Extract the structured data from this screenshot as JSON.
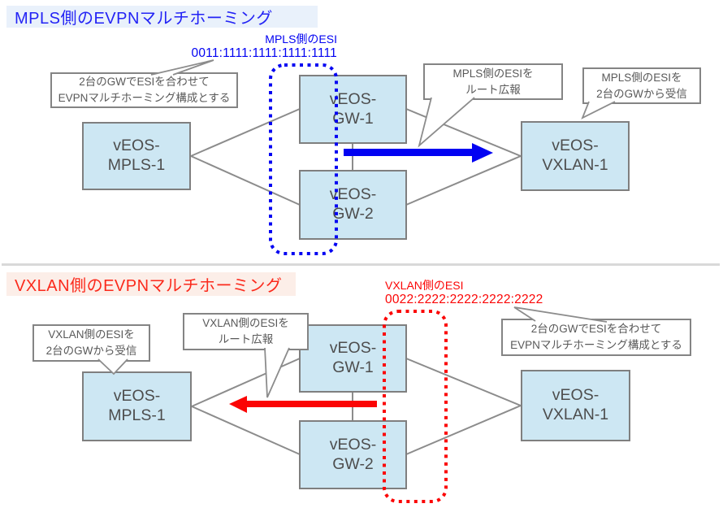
{
  "colors": {
    "blue": "#0202f2",
    "red": "#fb0505",
    "node-fill": "#cde7f3",
    "node-border": "#7f7f7f",
    "callout-border": "#848484",
    "line": "#8c8c8c",
    "diagram-text": "#4d4d4d",
    "callout-text": "#595959",
    "title-blue-bg": "#e9f1fb",
    "title-blue-fg": "#2424f5",
    "title-red-bg": "#fceee8",
    "title-red-fg": "#fb2a1c",
    "divider": "#d9d9d9"
  },
  "mpls": {
    "title": "MPLS側のEVPNマルチホーミング",
    "esi": {
      "label": "MPLS側のESI",
      "value": "0011:1111:1111:1111:1111"
    },
    "callout_configure": "2台のGWでESIを合わせて\nEVPNマルチホーミング構成とする",
    "callout_advertise": "MPLS側のESIを\nルート広報",
    "callout_receive": "MPLS側のESIを\n2台のGWから受信",
    "nodes": {
      "mpls1": "vEOS-\nMPLS-1",
      "gw1": "vEOS-\nGW-1",
      "gw2": "vEOS-\nGW-2",
      "vxlan1": "vEOS-\nVXLAN-1"
    }
  },
  "vxlan": {
    "title": "VXLAN側のEVPNマルチホーミング",
    "esi": {
      "label": "VXLAN側のESI",
      "value": "0022:2222:2222:2222:2222"
    },
    "callout_configure": "2台のGWでESIを合わせて\nEVPNマルチホーミング構成とする",
    "callout_advertise": "VXLAN側のESIを\nルート広報",
    "callout_receive": "VXLAN側のESIを\n2台のGWから受信",
    "nodes": {
      "mpls1": "vEOS-\nMPLS-1",
      "gw1": "vEOS-\nGW-1",
      "gw2": "vEOS-\nGW-2",
      "vxlan1": "vEOS-\nVXLAN-1"
    }
  }
}
